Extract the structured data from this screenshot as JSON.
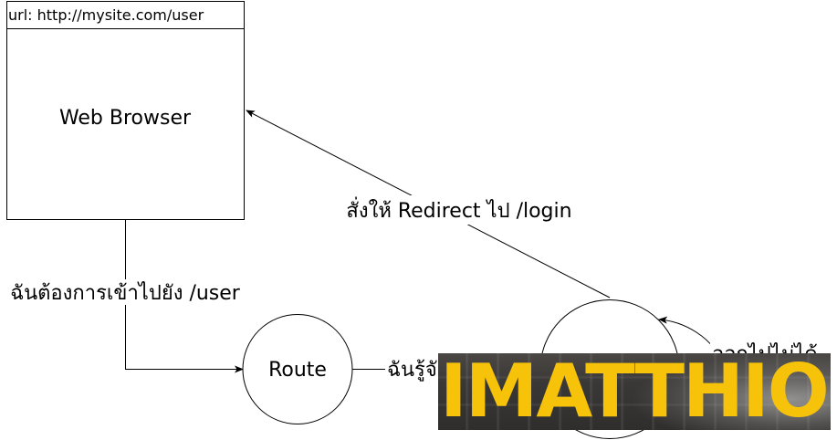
{
  "browser": {
    "url_text": "url: http://mysite.com/user",
    "title": "Web Browser"
  },
  "nodes": {
    "route": "Route",
    "right_node": ""
  },
  "edges": {
    "request_label": "ฉันต้องการเข้าไปยัง /user",
    "route_to_node_label": "ฉันรู้จั",
    "redirect_label": "สั่งให้ Redirect ไป /login",
    "self_loop_label": "ออกไปไม่ได้"
  },
  "watermark": {
    "text": "IMATTHIO",
    "color": "#f7c20a"
  },
  "colors": {
    "stroke": "#000000",
    "background": "#ffffff"
  }
}
